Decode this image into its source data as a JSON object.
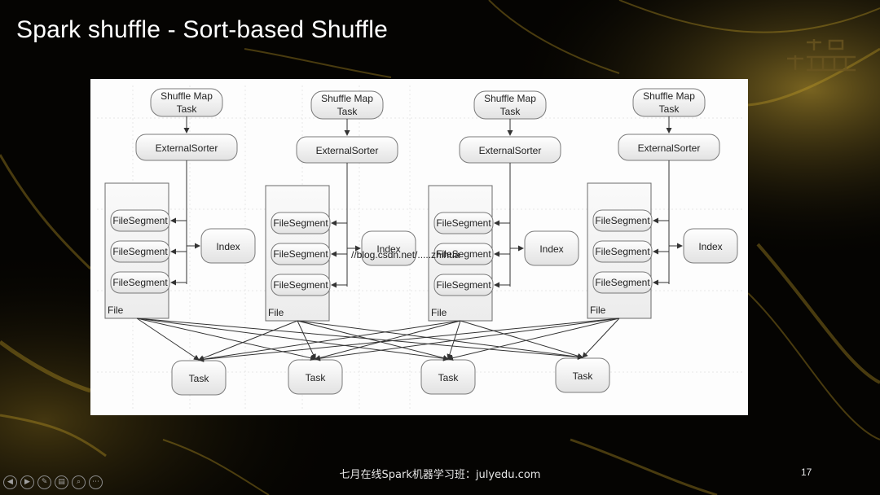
{
  "slide": {
    "title": "Spark shuffle -  Sort-based Shuffle",
    "footer": "七月在线Spark机器学习班：julyedu.com",
    "page_number": "17",
    "logo_text": "七月 天地在线网"
  },
  "diagram": {
    "columns": [
      {
        "map_task": [
          "Shuffle Map",
          "Task"
        ],
        "sorter": "ExternalSorter",
        "segments": [
          "FileSegment",
          "FileSegment",
          "FileSegment"
        ],
        "file_label": "File",
        "index_label": "Index"
      },
      {
        "map_task": [
          "Shuffle Map",
          "Task"
        ],
        "sorter": "ExternalSorter",
        "segments": [
          "FileSegment",
          "FileSegment",
          "FileSegment"
        ],
        "file_label": "File",
        "index_label": "Index"
      },
      {
        "map_task": [
          "Shuffle Map",
          "Task"
        ],
        "sorter": "ExternalSorter",
        "segments": [
          "FileSegment",
          "FileSegment",
          "FileSegment"
        ],
        "file_label": "File",
        "index_label": "Index"
      },
      {
        "map_task": [
          "Shuffle Map",
          "Task"
        ],
        "sorter": "ExternalSorter",
        "segments": [
          "FileSegment",
          "FileSegment",
          "FileSegment"
        ],
        "file_label": "File",
        "index_label": "Index"
      }
    ],
    "reduce_tasks": [
      "Task",
      "Task",
      "Task",
      "Task"
    ],
    "watermark": "//blog.csdn.net/.....zhihua"
  },
  "nav": {
    "buttons": [
      {
        "name": "previous-icon",
        "glyph": "◀"
      },
      {
        "name": "next-icon",
        "glyph": "▶"
      },
      {
        "name": "pen-icon",
        "glyph": "✎"
      },
      {
        "name": "slides-icon",
        "glyph": "▤"
      },
      {
        "name": "zoom-icon",
        "glyph": "⌕"
      },
      {
        "name": "more-icon",
        "glyph": "⋯"
      }
    ]
  },
  "colors": {
    "background": "#050402",
    "glow": "#c9a227",
    "panel": "#fdfdfd",
    "node_fill_top": "#ffffff",
    "node_fill_bottom": "#e4e4e4",
    "node_stroke": "#7a7a7a"
  }
}
